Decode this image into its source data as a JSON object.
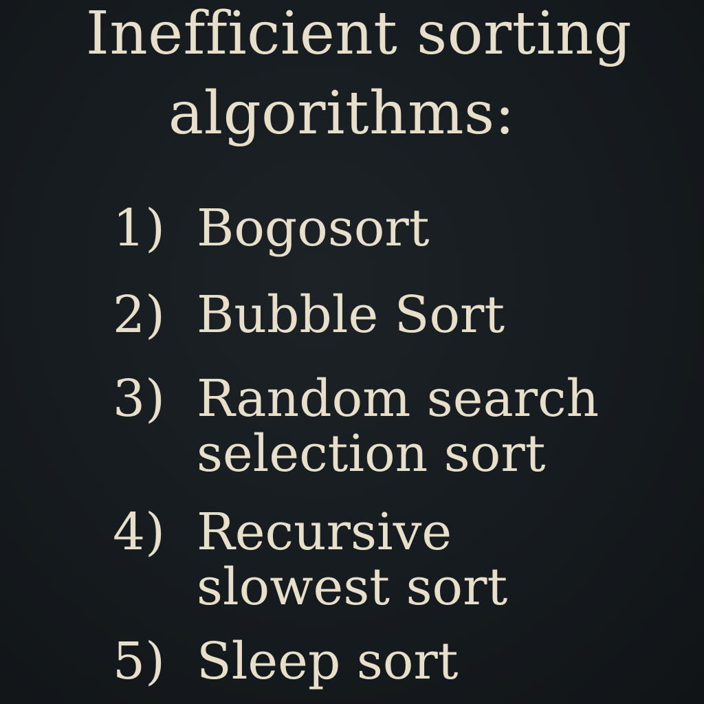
{
  "title": {
    "line1": "Inefficient sorting",
    "line2": "algorithms:"
  },
  "list": [
    {
      "number": "1)",
      "lines": [
        "Bogosort"
      ]
    },
    {
      "number": "2)",
      "lines": [
        "Bubble Sort"
      ]
    },
    {
      "number": "3)",
      "lines": [
        "Random search",
        "selection sort"
      ]
    },
    {
      "number": "4)",
      "lines": [
        "Recursive",
        "slowest sort"
      ]
    },
    {
      "number": "5)",
      "lines": [
        "Sleep sort"
      ]
    }
  ],
  "colors": {
    "background": "#161b1f",
    "text": "#e7dfca"
  }
}
